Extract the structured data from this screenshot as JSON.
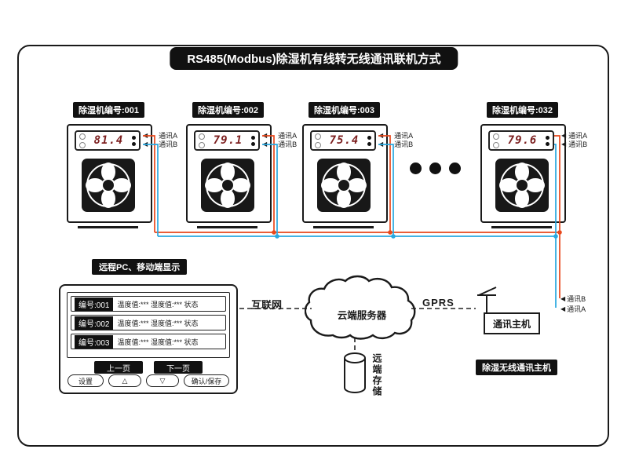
{
  "title": "RS485(Modbus)除湿机有线转无线通讯联机方式",
  "icons": {
    "arrow_left": "◀"
  },
  "units": [
    {
      "label": "除湿机编号:001",
      "value": "81.4",
      "comm_a": "通讯A",
      "comm_b": "通讯B"
    },
    {
      "label": "除湿机编号:002",
      "value": "79.1",
      "comm_a": "通讯A",
      "comm_b": "通讯B"
    },
    {
      "label": "除湿机编号:003",
      "value": "75.4",
      "comm_a": "通讯A",
      "comm_b": "通讯B"
    },
    {
      "label": "除湿机编号:032",
      "value": "79.6",
      "comm_a": "通讯A",
      "comm_b": "通讯B"
    }
  ],
  "panel": {
    "label": "远程PC、移动端显示",
    "rows": [
      {
        "id": "编号:001",
        "text": "温度值:*** 湿度值:*** 状态"
      },
      {
        "id": "编号:002",
        "text": "温度值:*** 湿度值:*** 状态"
      },
      {
        "id": "编号:003",
        "text": "温度值:*** 湿度值:*** 状态"
      }
    ],
    "prev_label": "上一页",
    "next_label": "下一页",
    "controls": [
      {
        "label": "设置"
      },
      {
        "label": "△"
      },
      {
        "label": "▽"
      },
      {
        "label": "确认/保存"
      }
    ]
  },
  "network": {
    "internet_label": "互联网",
    "cloud_label": "云端服务器",
    "gprs_label": "GPRS",
    "host_label": "通讯主机",
    "host_caption": "除湿无线通讯主机",
    "host_comm_b": "通讯B",
    "host_comm_a": "通讯A",
    "storage_label": "远端存储"
  },
  "colors": {
    "wire_a": "#e8481c",
    "wire_b": "#29a8e0",
    "ink": "#1a1a1a",
    "lcd": "#7c1f1f"
  }
}
